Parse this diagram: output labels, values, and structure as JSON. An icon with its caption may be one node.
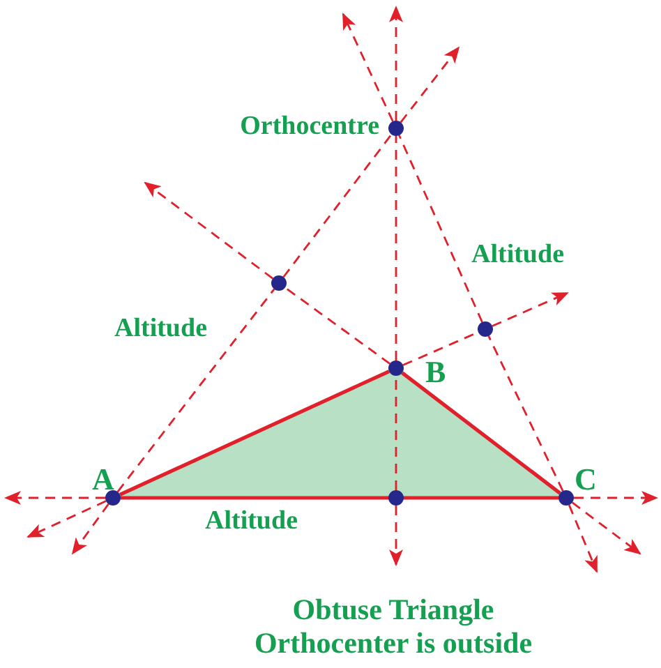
{
  "diagram": {
    "nodes": [
      {
        "text": [],
        "shape": "circle",
        "beside": [
          "A"
        ]
      },
      {
        "text": [],
        "shape": "circle",
        "beside": [
          "B"
        ]
      },
      {
        "text": [],
        "shape": "circle",
        "beside": [
          "C"
        ]
      },
      {
        "text": [],
        "shape": "circle",
        "beside": [
          "Orthocentre"
        ]
      },
      {
        "text": [],
        "shape": "circle"
      },
      {
        "text": [],
        "shape": "circle"
      },
      {
        "text": [],
        "shape": "circle"
      }
    ],
    "edges": [
      {
        "from": 0,
        "to": 1,
        "arrow": "none"
      },
      {
        "from": 1,
        "to": 2,
        "arrow": "none"
      },
      {
        "from": 0,
        "to": 2,
        "arrow": "none"
      },
      {
        "from": 0,
        "to": null,
        "arrow": "to",
        "style": "dashed"
      },
      {
        "from": 2,
        "to": null,
        "arrow": "to",
        "style": "dashed"
      },
      {
        "from": 0,
        "to": null,
        "arrow": "to",
        "style": "dashed"
      },
      {
        "from": 1,
        "to": 5,
        "arrow": "none",
        "style": "dashed"
      },
      {
        "from": 5,
        "to": null,
        "arrow": "to",
        "style": "dashed"
      },
      {
        "from": 1,
        "to": 4,
        "arrow": "none",
        "style": "dashed"
      },
      {
        "from": 4,
        "to": null,
        "arrow": "to",
        "style": "dashed"
      },
      {
        "from": 2,
        "to": null,
        "arrow": "to",
        "style": "dashed"
      },
      {
        "from": 0,
        "to": 4,
        "arrow": "none",
        "style": "dashed"
      },
      {
        "from": 4,
        "to": 3,
        "arrow": "none",
        "style": "dashed"
      },
      {
        "from": 3,
        "to": null,
        "arrow": "to",
        "style": "dashed"
      },
      {
        "from": 0,
        "to": null,
        "arrow": "to",
        "style": "dashed"
      },
      {
        "from": 2,
        "to": 5,
        "arrow": "none",
        "style": "dashed"
      },
      {
        "from": 5,
        "to": 3,
        "arrow": "none",
        "style": "dashed"
      },
      {
        "from": 3,
        "to": null,
        "arrow": "to",
        "style": "dashed"
      },
      {
        "from": 2,
        "to": null,
        "arrow": "to",
        "style": "dashed"
      },
      {
        "from": 6,
        "to": 1,
        "arrow": "none",
        "style": "dashed"
      },
      {
        "from": 1,
        "to": 3,
        "arrow": "none",
        "style": "dashed"
      },
      {
        "from": 3,
        "to": null,
        "arrow": "to",
        "style": "dashed"
      },
      {
        "from": 6,
        "to": null,
        "arrow": "to",
        "style": "dashed"
      }
    ],
    "labels": [
      "Altitude",
      "Altitude",
      "Altitude",
      "Obtuse Triangle",
      "Orthocenter is outside"
    ]
  }
}
